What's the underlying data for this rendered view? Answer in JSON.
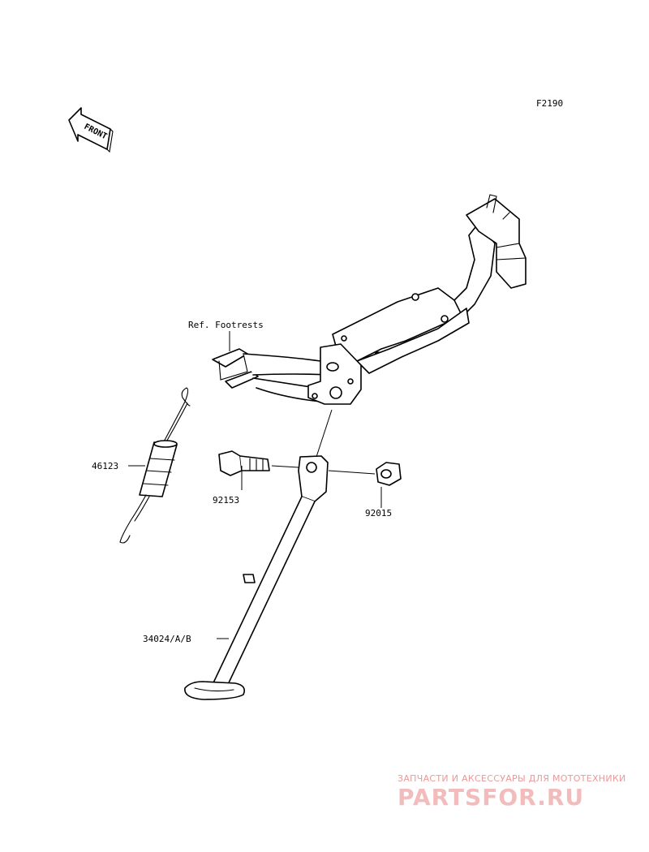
{
  "figure_code": "F2190",
  "front_label": "FRONT",
  "ref_label": "Ref. Footrests",
  "parts": [
    {
      "number": "46123",
      "name": "spring"
    },
    {
      "number": "92153",
      "name": "bolt"
    },
    {
      "number": "92015",
      "name": "nut"
    },
    {
      "number": "34024/A/B",
      "name": "side-stand"
    }
  ],
  "watermark": {
    "subtitle": "ЗАПЧАСТИ И АКСЕССУАРЫ ДЛЯ МОТОТЕХНИКИ",
    "brand": "PARTSFOR.RU"
  }
}
